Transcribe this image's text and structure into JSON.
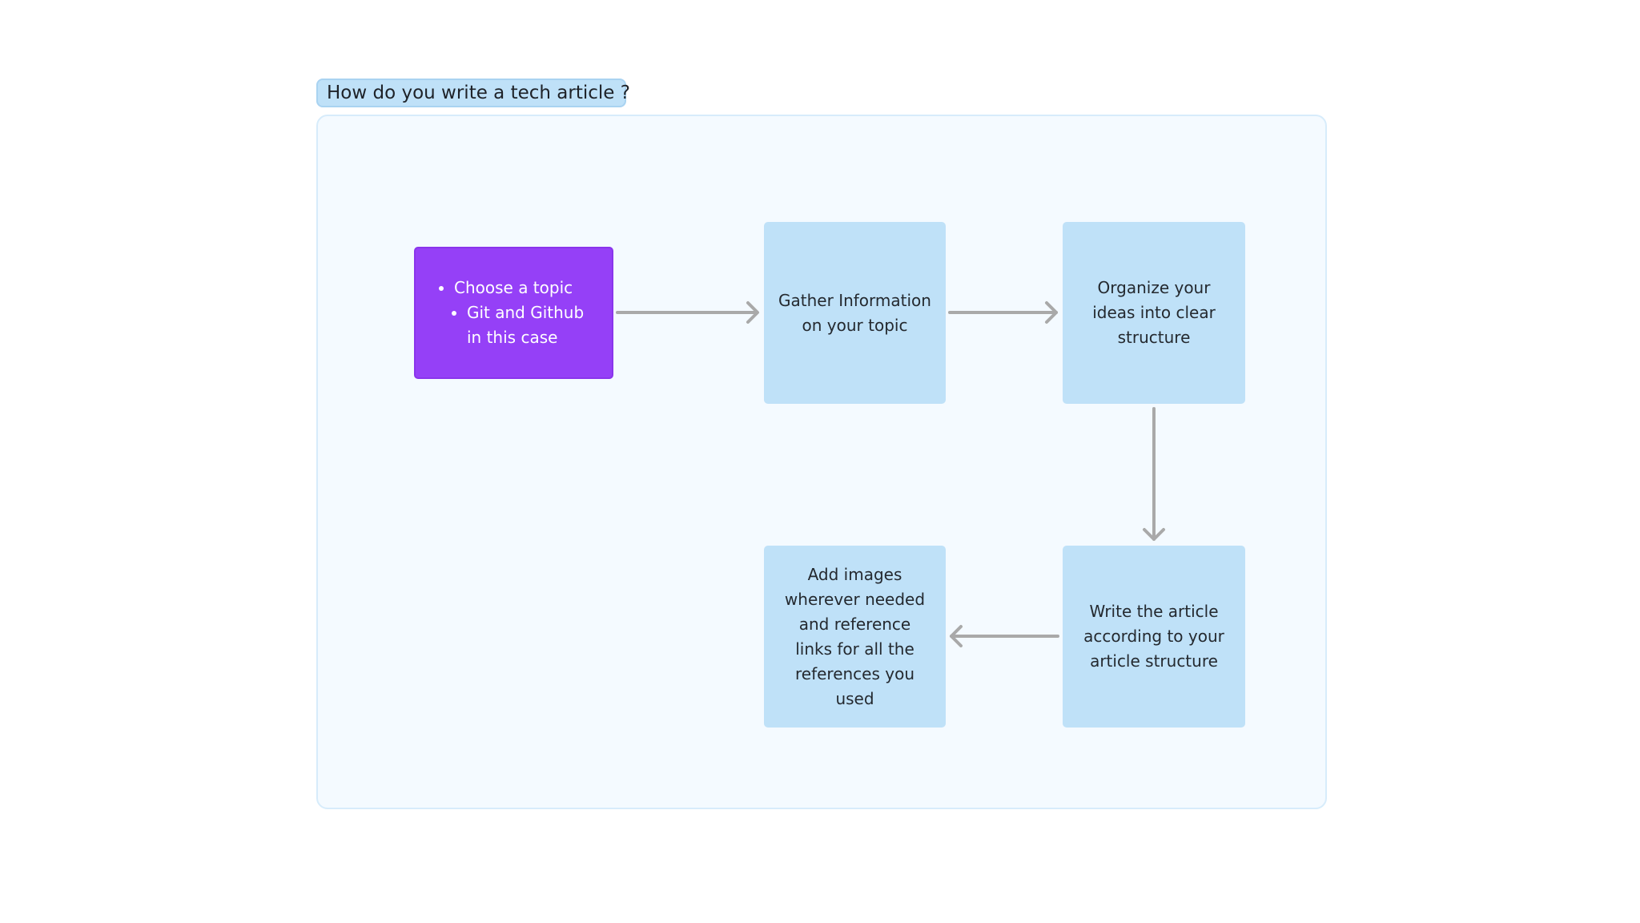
{
  "diagram": {
    "title": "How do you write a tech article ?",
    "nodes": {
      "choose_topic": {
        "items": [
          "Choose a topic",
          "Git and Github in this case"
        ]
      },
      "gather": {
        "label": "Gather Information on your topic"
      },
      "organize": {
        "label": "Organize your ideas into clear structure"
      },
      "write": {
        "label": "Write the article according to your article structure"
      },
      "images": {
        "label": "Add images wherever needed and reference links for all the references you used"
      }
    },
    "edges": [
      {
        "from": "choose_topic",
        "to": "gather"
      },
      {
        "from": "gather",
        "to": "organize"
      },
      {
        "from": "organize",
        "to": "write"
      },
      {
        "from": "write",
        "to": "images"
      }
    ],
    "colors": {
      "background": "#ffffff",
      "frame_fill": "#f4faff",
      "frame_border": "#d7ecfb",
      "node_fill": "#bfe1f8",
      "highlight_node_fill": "#9540f7",
      "arrow": "#a9a9a9"
    }
  }
}
